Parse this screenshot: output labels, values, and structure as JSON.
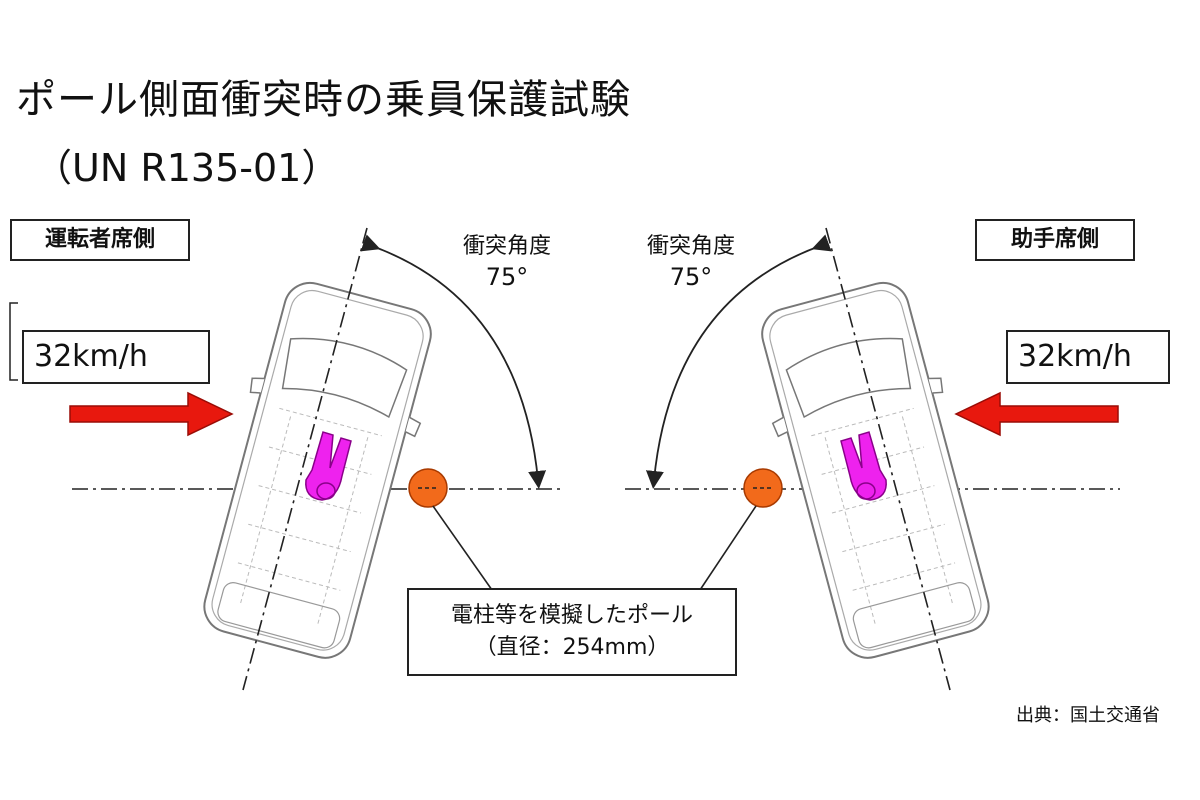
{
  "title": "ポール側面衝突時の乗員保護試験",
  "subtitle": "（UN R135-01）",
  "driver_side": {
    "label": "運転者席側",
    "speed": "32km/h",
    "angle_label": "衝突角度",
    "angle_value": "75°"
  },
  "passenger_side": {
    "label": "助手席側",
    "speed": "32km/h",
    "angle_label": "衝突角度",
    "angle_value": "75°"
  },
  "pole": {
    "label_line1": "電柱等を模擬したポール",
    "label_line2": "（直径：254mm）"
  },
  "source": "出典：国土交通省",
  "colors": {
    "arrow": "#e8180e",
    "pole": "#f26a1b",
    "occupant": "#ee22ee"
  }
}
